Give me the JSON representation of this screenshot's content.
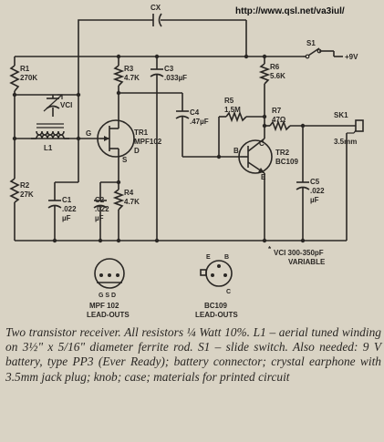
{
  "url": "http://www.qsl.net/va3iul/",
  "labels": {
    "cx": "CX",
    "s1": "S1",
    "supply": "+9V",
    "r1": "R1",
    "r1_val": "270K",
    "vc1": "VCI",
    "l1": "L1",
    "r2": "R2",
    "r2_val": "27K",
    "c1": "C1",
    "c1_val": ".022",
    "c1_unit": "µF",
    "c2": "C2",
    "c2_val": ".022",
    "c2_unit": "µF",
    "r3": "R3",
    "r3_val": "4.7K",
    "c3": "C3",
    "c3_val": ".033µF",
    "tr1": "TR1",
    "tr1_type": "MPF102",
    "g": "G",
    "d": "D",
    "s": "S",
    "r4": "R4",
    "r4_val": "4.7K",
    "c4": "C4",
    "c4_val": ".47µF",
    "r5": "R5",
    "r5_val": "1.5M",
    "r6": "R6",
    "r6_val": "5.6K",
    "r7": "R7",
    "r7_val": "47Ω",
    "sk1": "SK1",
    "sk_val": "3.5mm",
    "tr2": "TR2",
    "tr2_type": "BC109",
    "b": "B",
    "c": "C",
    "e": "E",
    "c5": "C5",
    "c5_val": ".022",
    "c5_unit": "µF",
    "vc_note_star": "*",
    "vc_note_1": "VCI  300-350pF",
    "vc_note_2": "VARIABLE",
    "mpf_pins": "G S D",
    "mpf_name": "MPF 102",
    "mpf_leadouts": "LEAD-OUTS",
    "bc_pin_e": "E",
    "bc_pin_b": "B",
    "bc_pin_c": "C",
    "bc_name": "BC109",
    "bc_leadouts": "LEAD-OUTS"
  },
  "caption": "Two transistor receiver. All resistors ¼ Watt 10%. L1 – aerial tuned winding on 3½\" x 5/16\" diameter ferrite rod. S1 – slide switch. Also needed: 9 V battery, type PP3 (Ever Ready); battery connector; crystal earphone with 3.5mm jack plug; knob; case; materials for printed circuit"
}
